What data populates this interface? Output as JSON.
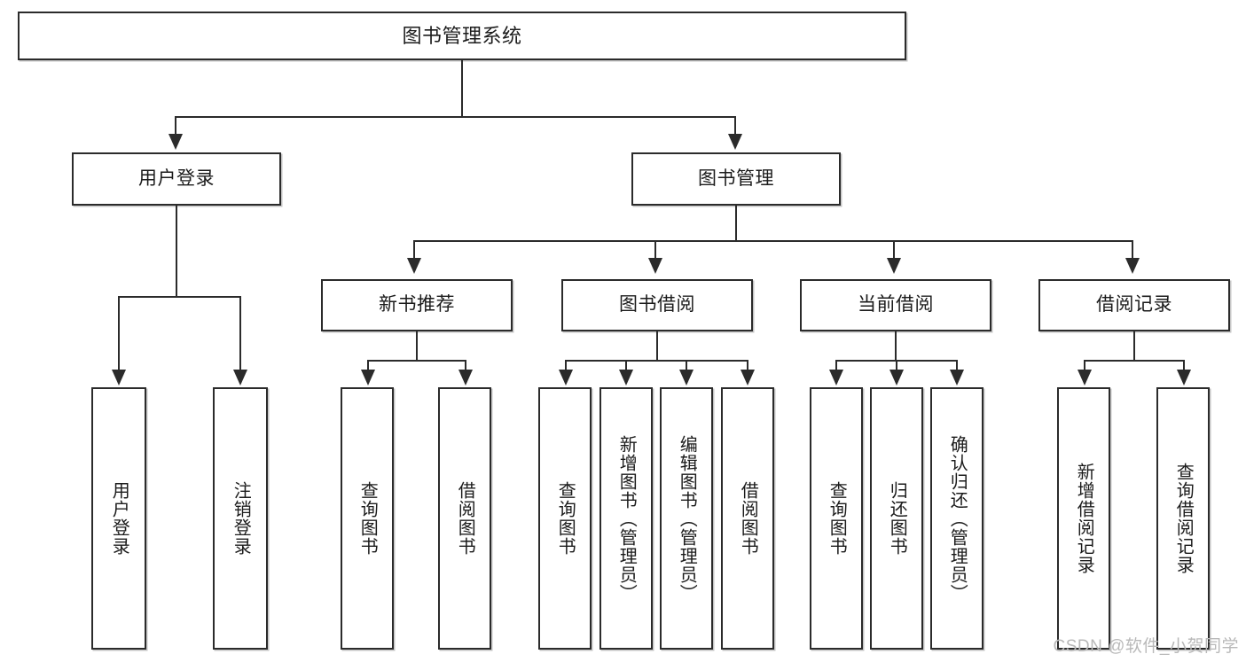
{
  "diagram": {
    "title": "图书管理系统",
    "type": "hierarchy-tree",
    "root": {
      "id": "root",
      "label": "图书管理系统"
    },
    "level1": [
      {
        "id": "user-login",
        "label": "用户登录"
      },
      {
        "id": "book-management",
        "label": "图书管理"
      }
    ],
    "level2": [
      {
        "id": "new-book-recommend",
        "label": "新书推荐",
        "parent": "book-management"
      },
      {
        "id": "book-borrow",
        "label": "图书借阅",
        "parent": "book-management"
      },
      {
        "id": "current-borrow",
        "label": "当前借阅",
        "parent": "book-management"
      },
      {
        "id": "borrow-record",
        "label": "借阅记录",
        "parent": "book-management"
      }
    ],
    "leaves": [
      {
        "id": "leaf-user-login",
        "label": "用户登录",
        "parent": "user-login"
      },
      {
        "id": "leaf-logout-login",
        "label": "注销登录",
        "parent": "user-login"
      },
      {
        "id": "leaf-query-book-1",
        "label": "查询图书",
        "parent": "new-book-recommend"
      },
      {
        "id": "leaf-borrow-book-1",
        "label": "借阅图书",
        "parent": "new-book-recommend"
      },
      {
        "id": "leaf-query-book-2",
        "label": "查询图书",
        "parent": "book-borrow"
      },
      {
        "id": "leaf-add-book",
        "label": "新增图书（管理员）",
        "parent": "book-borrow"
      },
      {
        "id": "leaf-edit-book",
        "label": "编辑图书（管理员）",
        "parent": "book-borrow"
      },
      {
        "id": "leaf-borrow-book-2",
        "label": "借阅图书",
        "parent": "book-borrow"
      },
      {
        "id": "leaf-query-book-3",
        "label": "查询图书",
        "parent": "current-borrow"
      },
      {
        "id": "leaf-return-book",
        "label": "归还图书",
        "parent": "current-borrow"
      },
      {
        "id": "leaf-confirm-return",
        "label": "确认归还（管理员）",
        "parent": "current-borrow"
      },
      {
        "id": "leaf-add-record",
        "label": "新增借阅记录",
        "parent": "borrow-record"
      },
      {
        "id": "leaf-query-record",
        "label": "查询借阅记录",
        "parent": "borrow-record"
      }
    ]
  },
  "watermark": {
    "text": "CSDN @软件_小贺同学"
  },
  "colors": {
    "stroke": "#2b2b2b",
    "background": "#ffffff",
    "watermark": "#b9b9b9"
  }
}
